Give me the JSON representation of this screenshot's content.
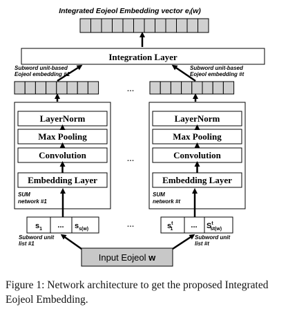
{
  "figure": {
    "output_title_prefix": "Integrated Eojeol Embedding vector e",
    "output_title_sub": "i",
    "output_title_suffix": "(w)",
    "integration_layer": "Integration Layer",
    "embed_label_left_1": "Subword unit-based",
    "embed_label_left_2": "Eojeol embedding #1",
    "embed_label_right_1": "Subword unit-based",
    "embed_label_right_2": "Eojeol embedding #t",
    "ellipsis": "...",
    "layers": [
      "LayerNorm",
      "Max Pooling",
      "Convolution",
      "Embedding Layer"
    ],
    "net_left_1": "SUM",
    "net_left_2": "network #1",
    "net_right_1": "SUM",
    "net_right_2": "network #t",
    "list_left": {
      "first": "s",
      "first_sub": "1",
      "dots": "...",
      "last": "s",
      "last_sub": "s(w)"
    },
    "list_right": {
      "first": "s",
      "first_sup": "t",
      "first_sub": "1",
      "dots": "...",
      "last": "S",
      "last_sup": "t",
      "last_sub": "st(w)"
    },
    "list_label_left_1": "Subword unit",
    "list_label_left_2": "list #1",
    "list_label_right_1": "Subword unit",
    "list_label_right_2": "list #t",
    "input_prefix": "Input Eojeol ",
    "input_bold": "w"
  },
  "caption": "Figure 1: Network architecture to get the proposed Integrated Eojeol Embedding.",
  "colors": {
    "cell_fill": "#d0d0d0",
    "input_fill": "#c8c8c8",
    "stroke": "#000000"
  }
}
